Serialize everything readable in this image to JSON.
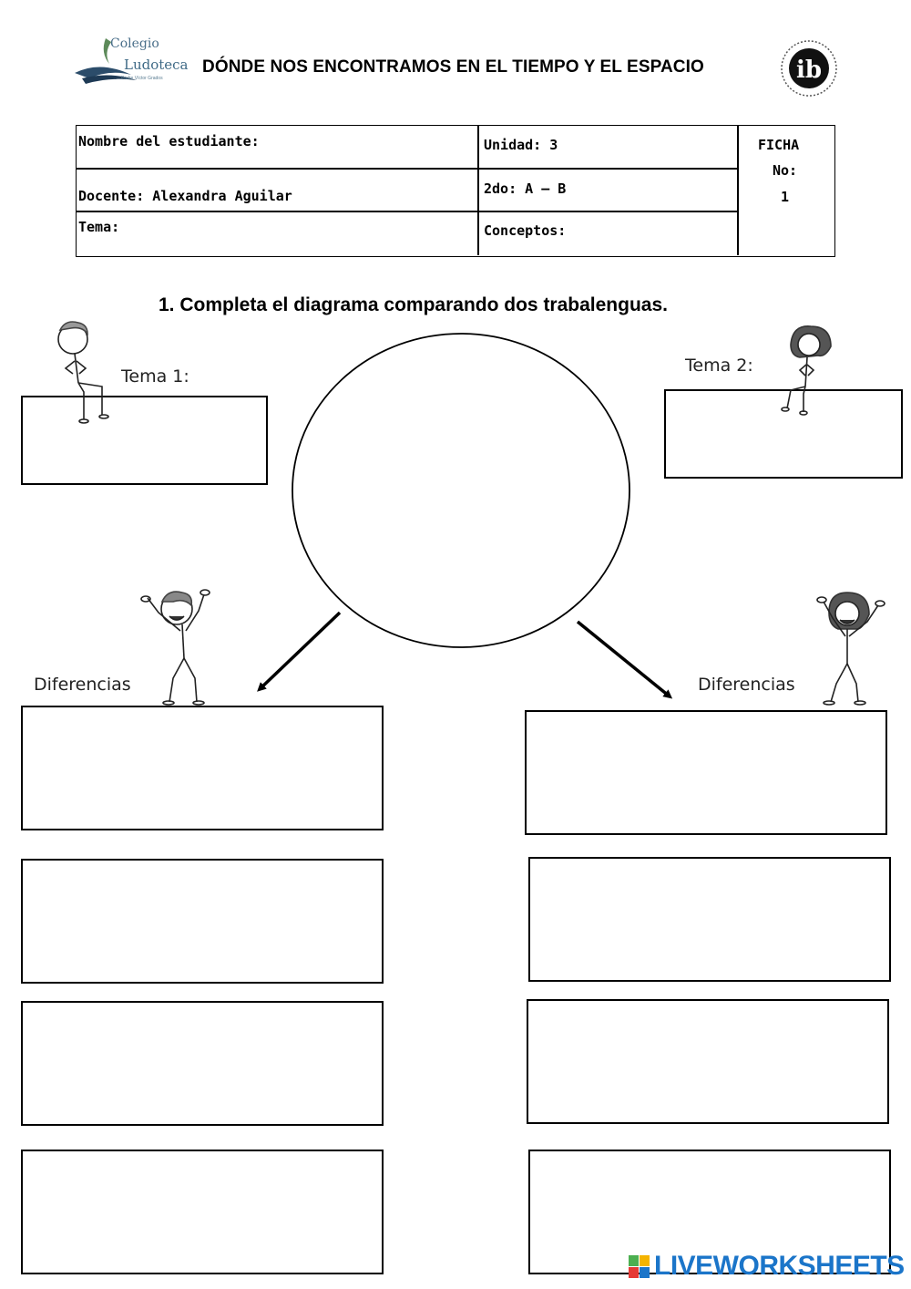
{
  "header": {
    "title": "DÓNDE NOS ENCONTRAMOS EN EL TIEMPO Y EL ESPACIO",
    "school_logo": {
      "line1": "Colegio",
      "line2": "Ludoteca",
      "tagline": "Padre Víctor Grados"
    },
    "ib_logo": {
      "letters": "ib"
    }
  },
  "info_table": {
    "student_label": "Nombre del estudiante:",
    "unit_label": "Unidad: 3",
    "ficha_line1": "FICHA",
    "ficha_line2": "No:",
    "ficha_line3": "1",
    "teacher_label": "Docente: Alexandra Aguilar",
    "grade_label": "2do: A – B",
    "topic_label": "Tema:",
    "concepts_label": "Conceptos:"
  },
  "instruction": "1.  Completa el diagrama comparando dos trabalenguas.",
  "diagram": {
    "tema1_label": "Tema 1:",
    "tema2_label": "Tema 2:",
    "left_diff_label": "Diferencias",
    "right_diff_label": "Diferencias"
  },
  "watermark": "LIVEWORKSHEETS",
  "colors": {
    "watermark": "#1b75c9",
    "logo": "#3f6a86"
  }
}
